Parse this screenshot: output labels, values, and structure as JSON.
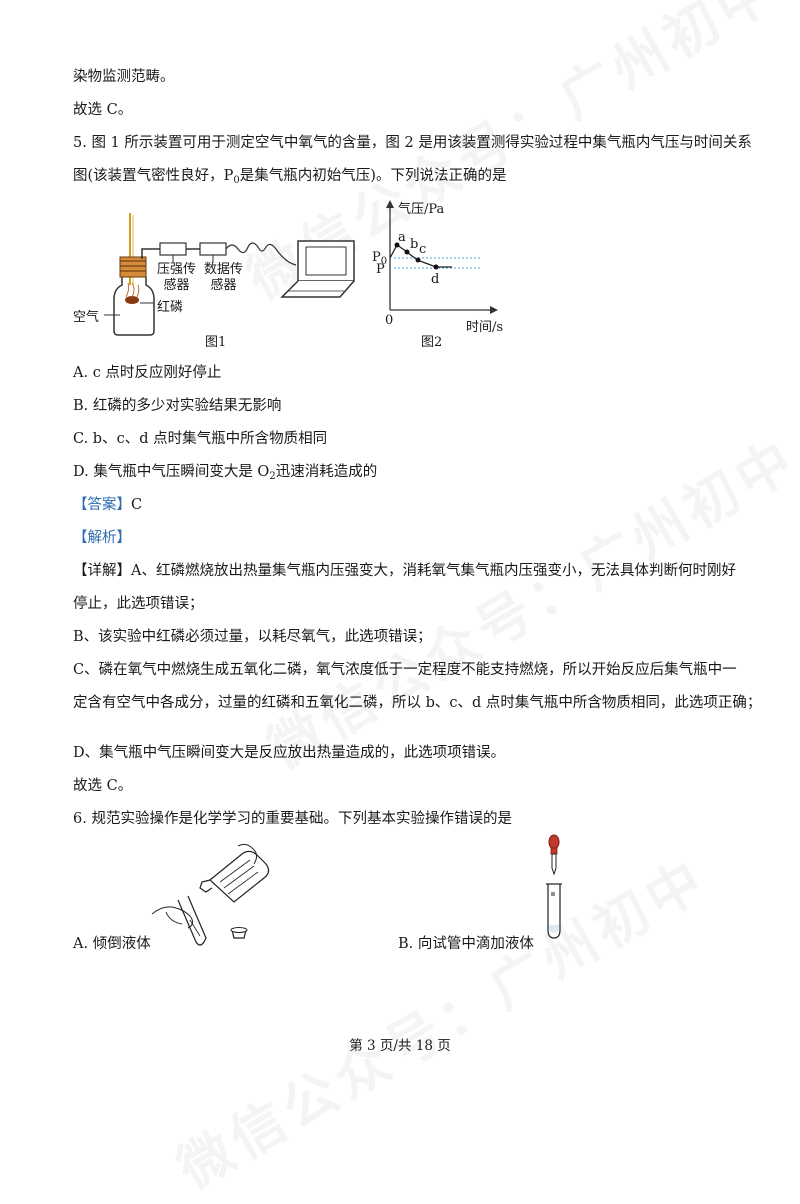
{
  "watermark": "微信公众号：广州初中",
  "lines": {
    "l1": "染物监测范畴。",
    "l2": "故选 C。",
    "q5_line1": "5. 图 1 所示装置可用于测定空气中氧气的含量，图 2 是用该装置测得实验过程中集气瓶内气压与时间关系",
    "q5_line2_a": "图(该装置气密性良好，P",
    "q5_line2_sub": "0",
    "q5_line2_b": "是集气瓶内初始气压)。下列说法正确的是",
    "optA": "A. c 点时反应刚好停止",
    "optB": "B. 红磷的多少对实验结果无影响",
    "optC": "C. b、c、d 点时集气瓶中所含物质相同",
    "optD_a": "D. 集气瓶中气压瞬间变大是 O",
    "optD_sub": "2",
    "optD_b": "迅速消耗造成的",
    "answer_label": "【答案】",
    "answer_value": "C",
    "analysis_label": "【解析】",
    "detail_line1": "【详解】A、红磷燃烧放出热量集气瓶内压强变大，消耗氧气集气瓶内压强变小，无法具体判断何时刚好",
    "detail_line2": "停止，此选项错误；",
    "detail_B": "B、该实验中红磷必须过量，以耗尽氧气，此选项错误；",
    "detail_C1": "C、磷在氧气中燃烧生成五氧化二磷，氧气浓度低于一定程度不能支持燃烧，所以开始反应后集气瓶中一",
    "detail_C2": "定含有空气中各成分，过量的红磷和五氧化二磷，所以 b、c、d 点时集气瓶中所含物质相同，此选项正确；",
    "detail_D": "D、集气瓶中气压瞬间变大是反应放出热量造成的，此选项项错误。",
    "l_end": "故选 C。",
    "q6": "6. 规范实验操作是化学学习的重要基础。下列基本实验操作错误的是",
    "q6_optA": "A.  倾倒液体",
    "q6_optB": "B.  向试管中滴加液体"
  },
  "figure1": {
    "label_sensor1a": "压强传",
    "label_sensor1b": "感器",
    "label_sensor2a": "数据传",
    "label_sensor2b": "感器",
    "label_phos": "红磷",
    "label_air": "空气",
    "caption": "图1"
  },
  "figure2": {
    "ylabel": "气压/Pa",
    "xlabel": "时间/s",
    "origin": "0",
    "p0": "P",
    "p0_sub": "0",
    "p": "P",
    "pt_a": "a",
    "pt_b": "b",
    "pt_c": "c",
    "pt_d": "d",
    "caption": "图2"
  },
  "footer": "第 3 页/共 18 页"
}
